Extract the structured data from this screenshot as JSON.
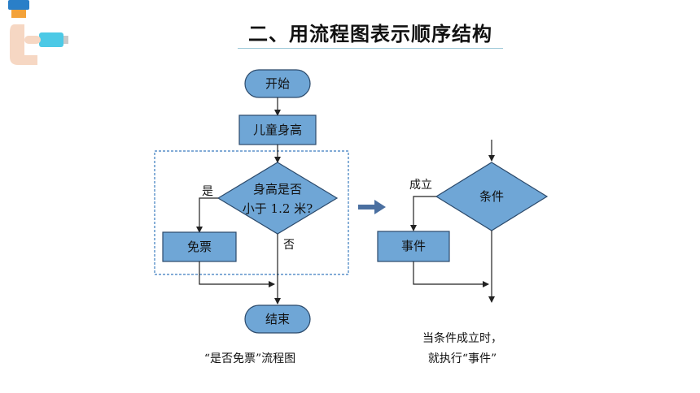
{
  "header": {
    "title": "二、用流程图表示顺序结构",
    "decoration_icon": "hand-holding-usb-icon"
  },
  "left_flowchart": {
    "start": "开始",
    "input": "儿童身高",
    "decision_line1": "身高是否",
    "decision_line2": "小于 1.2 米?",
    "yes_label": "是",
    "no_label": "否",
    "action": "免票",
    "end": "结束",
    "caption": "“是否免票”流程图"
  },
  "arrow_icon": "right-arrow-icon",
  "right_flowchart": {
    "condition": "条件",
    "true_label": "成立",
    "action": "事件",
    "caption_line1": "当条件成立时，",
    "caption_line2": "就执行“事件”"
  },
  "colors": {
    "node_fill": "#6fa6d6",
    "node_stroke": "#2c4a6b",
    "dashed_box": "#3a7bbf",
    "arrow_fill": "#4a6fa0"
  }
}
